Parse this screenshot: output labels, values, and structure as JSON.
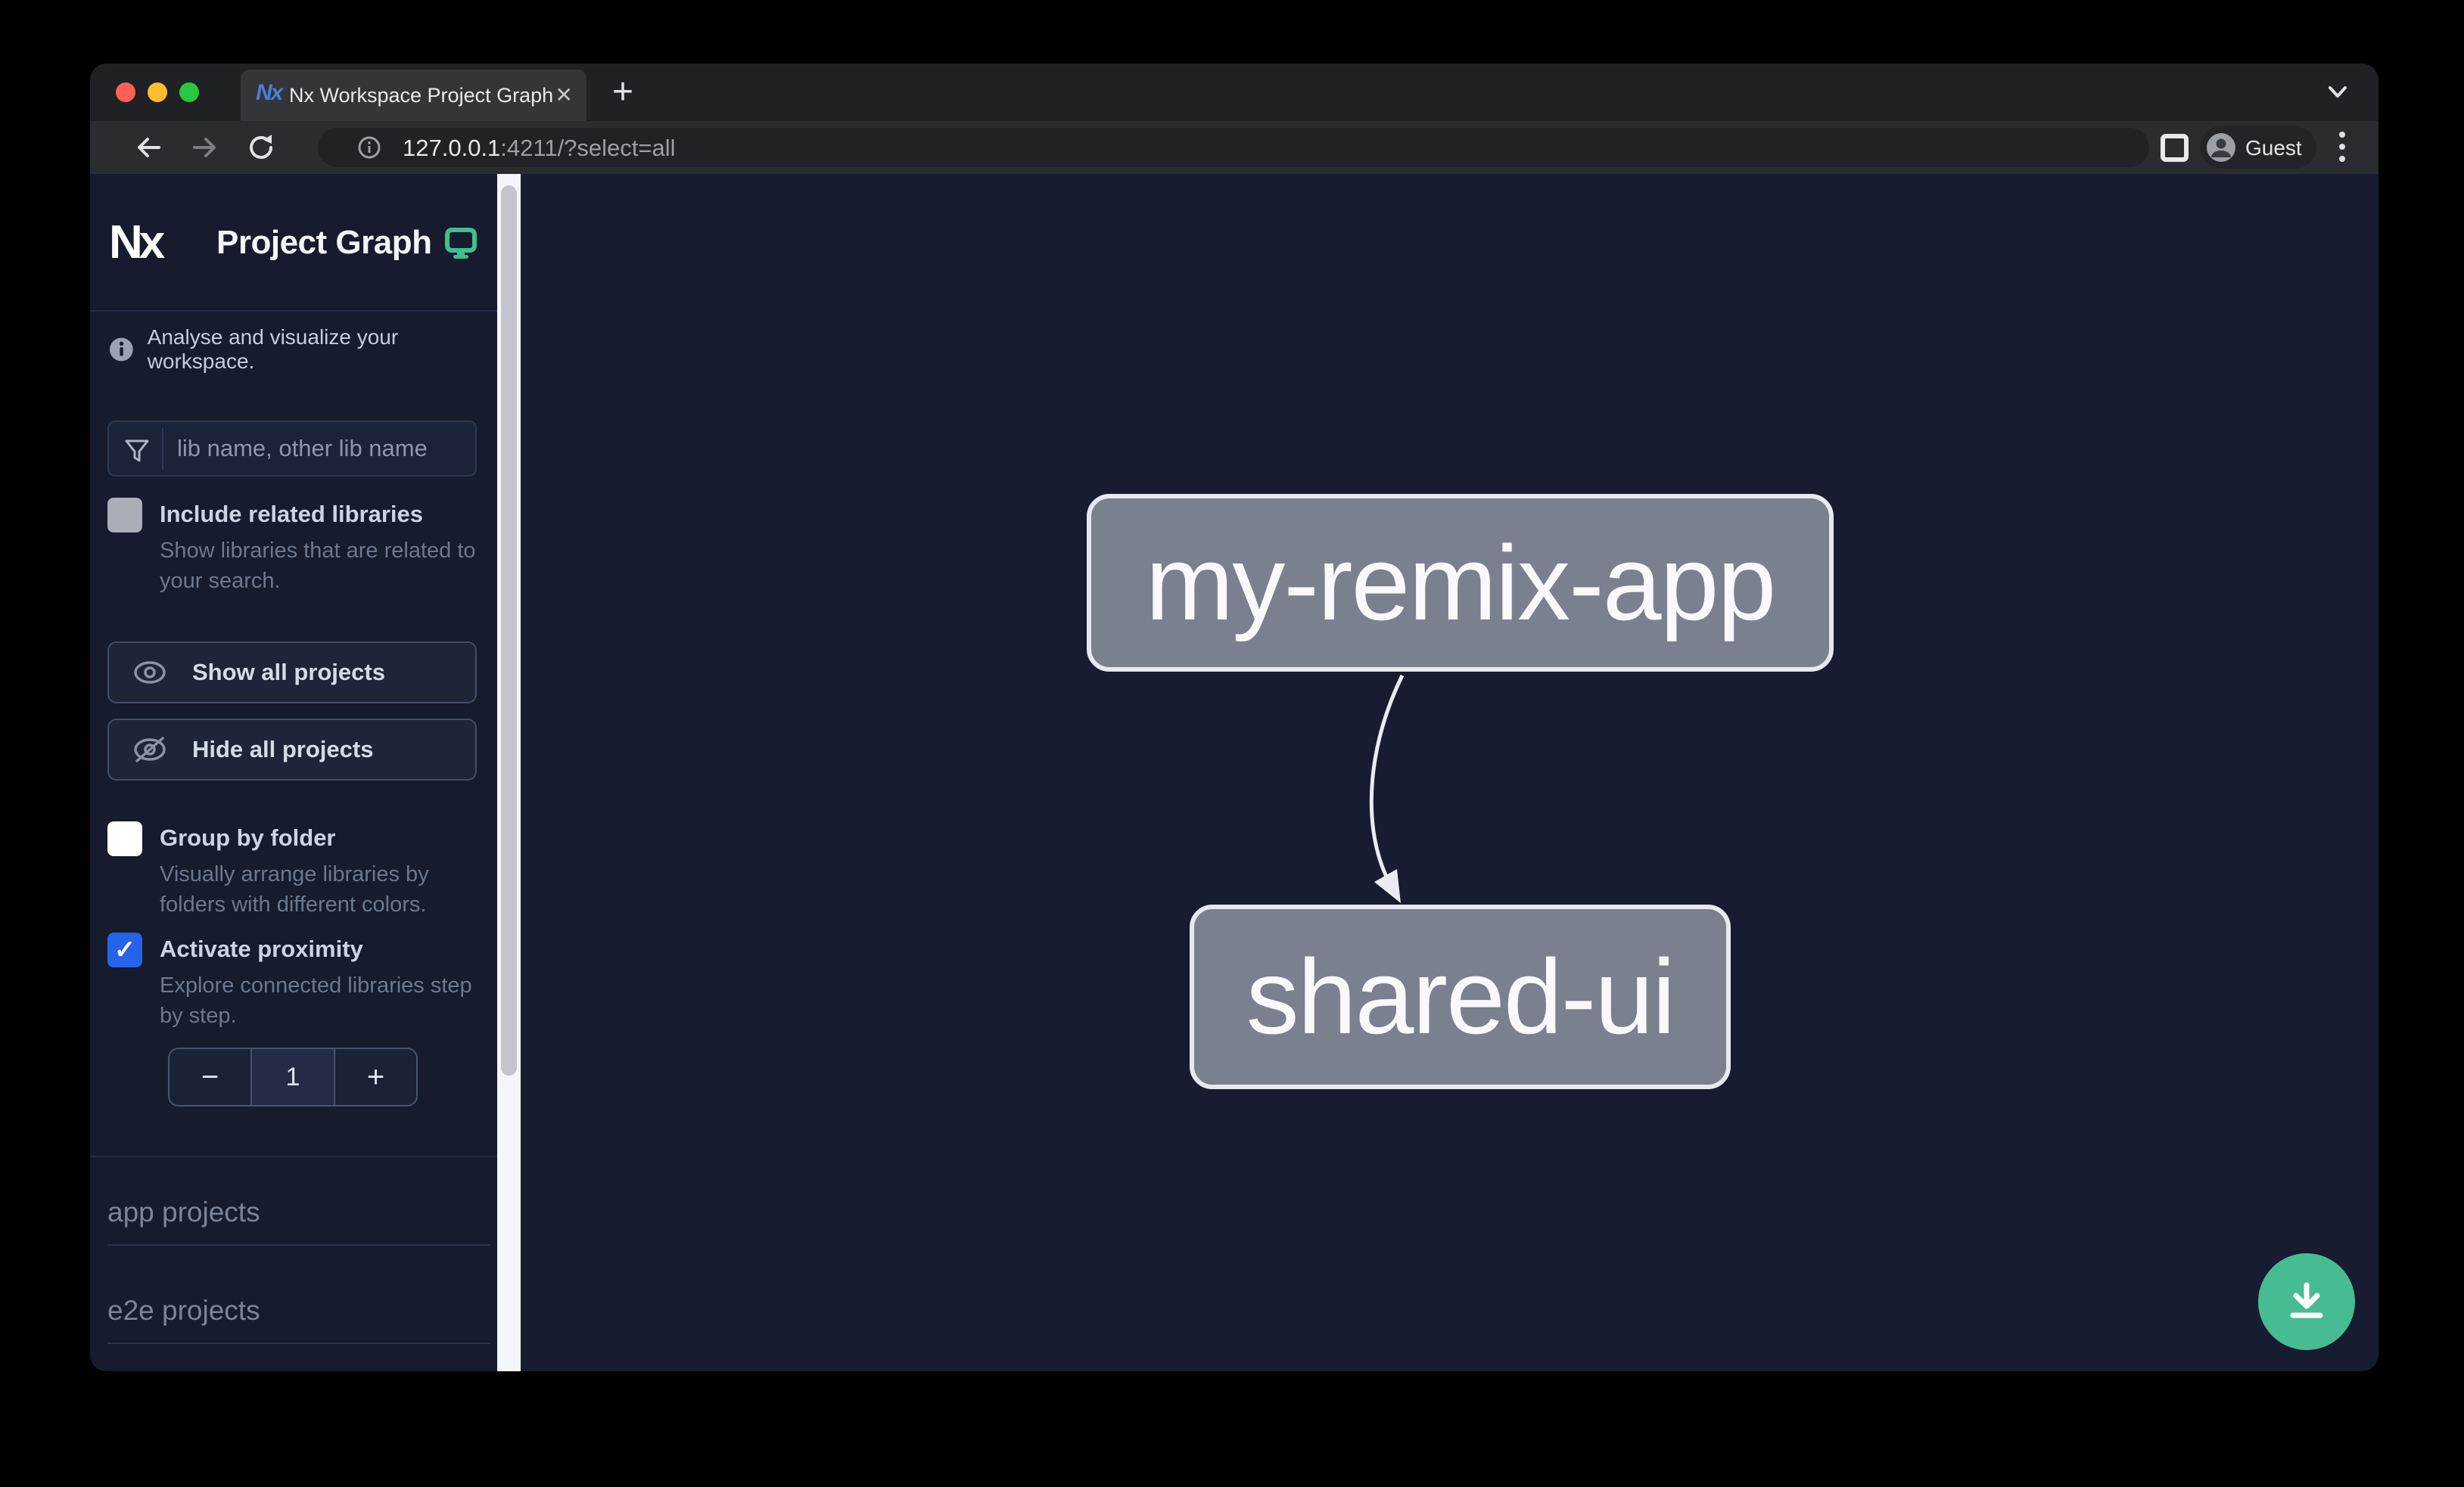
{
  "browser": {
    "tab_title": "Nx Workspace Project Graph",
    "tab_close": "✕",
    "new_tab": "+",
    "favicon_text": "Nx",
    "url": {
      "host": "127.0.0.1",
      "rest": ":4211/?select=all"
    },
    "profile_label": "Guest"
  },
  "sidebar": {
    "logo_text": "Nx",
    "title": "Project Graph",
    "tagline": "Analyse and visualize your workspace.",
    "search": {
      "placeholder": "lib name, other lib name"
    },
    "options": [
      {
        "label": "Include related libraries",
        "description": "Show libraries that are related to your search.",
        "checked": false
      },
      {
        "label": "Group by folder",
        "description": "Visually arrange libraries by folders with different colors.",
        "checked": false
      },
      {
        "label": "Activate proximity",
        "description": "Explore connected libraries step by step.",
        "checked": true
      }
    ],
    "actions": [
      {
        "label": "Show all projects",
        "icon": "eye-icon"
      },
      {
        "label": "Hide all projects",
        "icon": "eye-off-icon"
      }
    ],
    "proximity_stepper": {
      "decrement": "−",
      "value": "1",
      "increment": "+"
    },
    "checkmark": "✓",
    "sections": [
      {
        "label": "app projects"
      },
      {
        "label": "e2e projects"
      }
    ]
  },
  "graph": {
    "nodes": [
      {
        "label": "my-remix-app"
      },
      {
        "label": "shared-ui"
      }
    ],
    "edges": [
      {
        "source": "my-remix-app",
        "target": "shared-ui"
      }
    ]
  },
  "colors": {
    "accent_teal": "#3fbf92",
    "accent_blue": "#2563eb",
    "fab_green": "#47bc93",
    "node_fill": "#7b808f",
    "node_border": "#e6e9f1",
    "canvas_bg": "#171c30",
    "sidebar_bg": "#161b2d"
  }
}
